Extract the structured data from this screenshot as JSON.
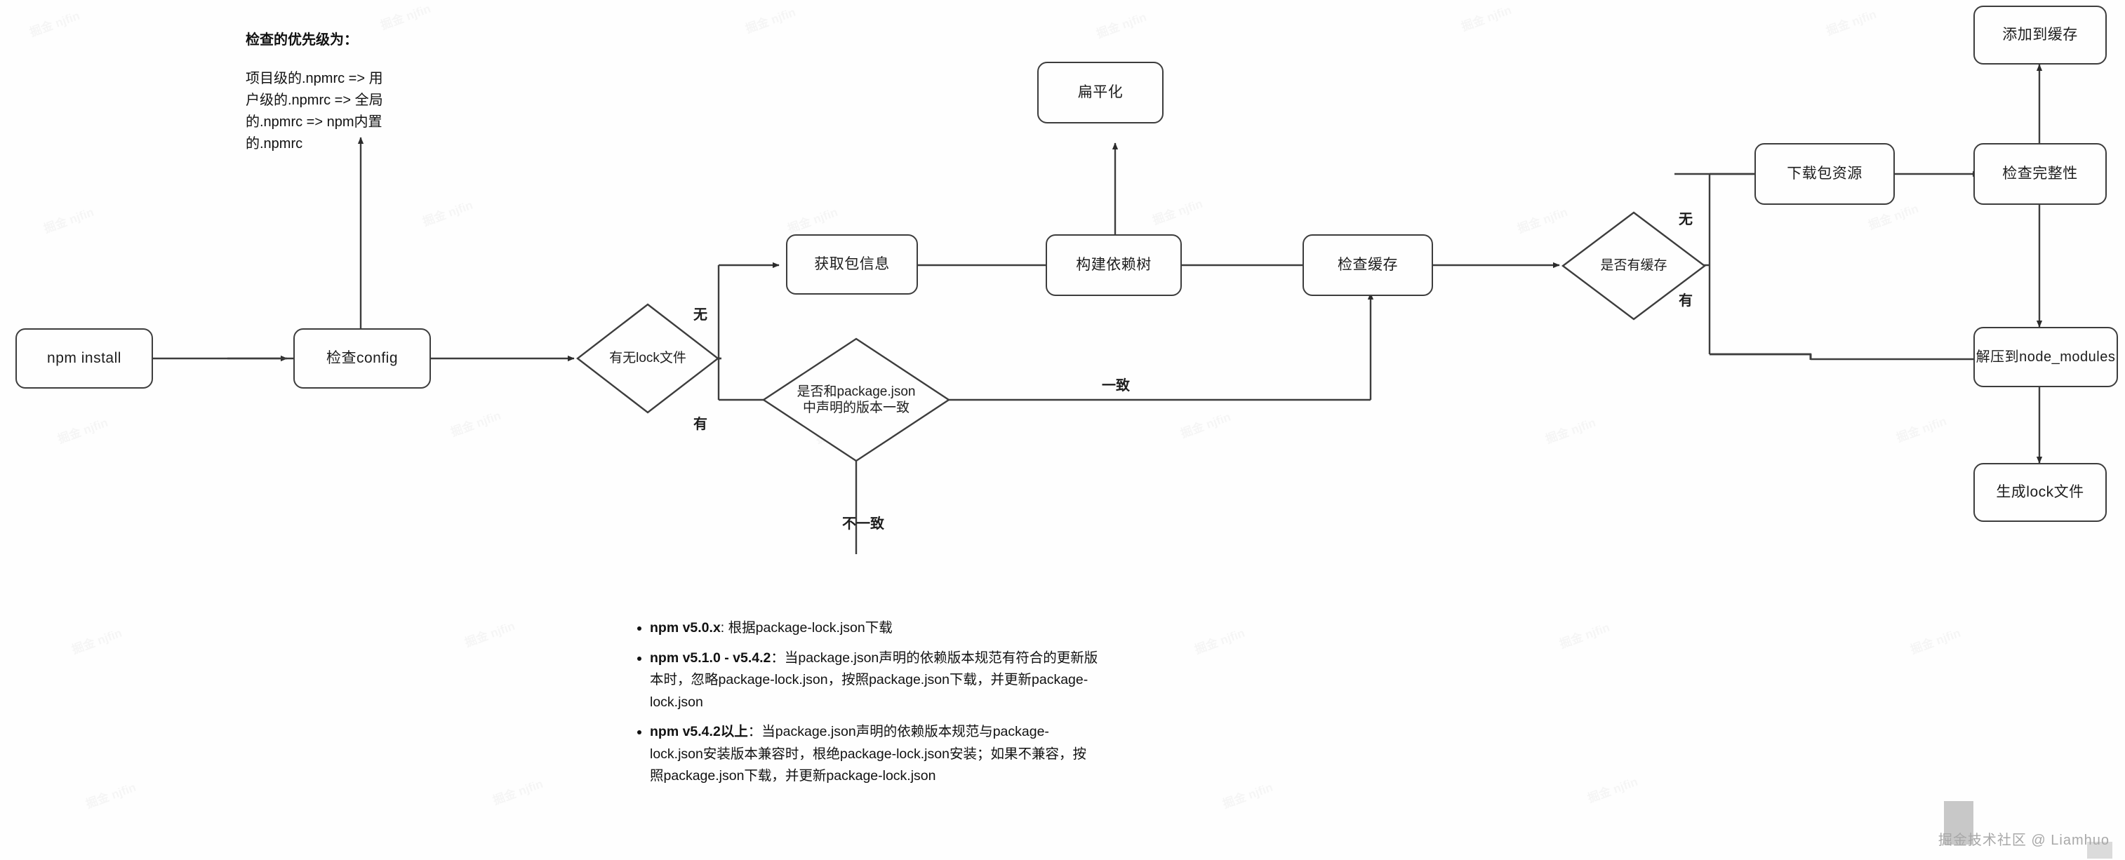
{
  "diagram": {
    "title_note": {
      "heading": "检查的优先级为：",
      "body": "项目级的.npmrc => 用户级的.npmrc => 全局的.npmrc => npm内置的.npmrc"
    },
    "nodes": {
      "npm_install": "npm install",
      "check_config": "检查config",
      "get_pkg_info": "获取包信息",
      "flatten": "扁平化",
      "build_dep_tree": "构建依赖树",
      "check_cache": "检查缓存",
      "download_pkg": "下载包资源",
      "check_integrity": "检查完整性",
      "add_to_cache": "添加到缓存",
      "extract_node_modules": "解压到node_modules",
      "generate_lock": "生成lock文件"
    },
    "decisions": {
      "has_lock_file": "有无lock文件",
      "version_match_line1": "是否和package.json",
      "version_match_line2": "中声明的版本一致",
      "has_cache": "是否有缓存"
    },
    "edge_labels": {
      "lock_none": "无",
      "lock_has": "有",
      "match_consistent": "一致",
      "match_inconsistent": "不一致",
      "cache_none": "无",
      "cache_has": "有"
    },
    "bullets": [
      {
        "bold": "npm v5.0.x",
        "rest": ": 根据package-lock.json下载"
      },
      {
        "bold": "npm v5.1.0 - v5.4.2",
        "rest": "：当package.json声明的依赖版本规范有符合的更新版本时，忽略package-lock.json，按照package.json下载，并更新package-lock.json"
      },
      {
        "bold": "npm v5.4.2以上",
        "rest": "：当package.json声明的依赖版本规范与package-lock.json安装版本兼容时，根绝package-lock.json安装；如果不兼容，按照package.json下载，并更新package-lock.json"
      }
    ],
    "watermark": "掘金技术社区 @ Liamhuo",
    "background_watermark_text": "掘金 njfin",
    "colors": {
      "stroke": "#3d3d3d",
      "text": "#1d1d1d",
      "background": "#fefefe",
      "watermark": "#a8a8a8"
    }
  }
}
